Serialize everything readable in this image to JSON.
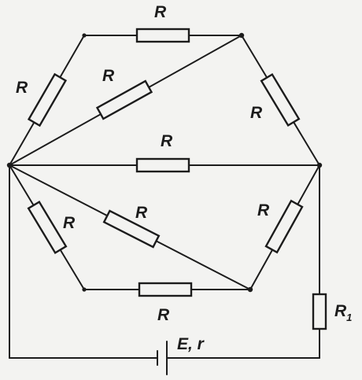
{
  "resistor_label": "R",
  "load_label": "R",
  "load_subscript": "1",
  "source_label": "E, r",
  "colors": {
    "ink": "#1c1c1c",
    "paper": "#f3f3f1"
  }
}
